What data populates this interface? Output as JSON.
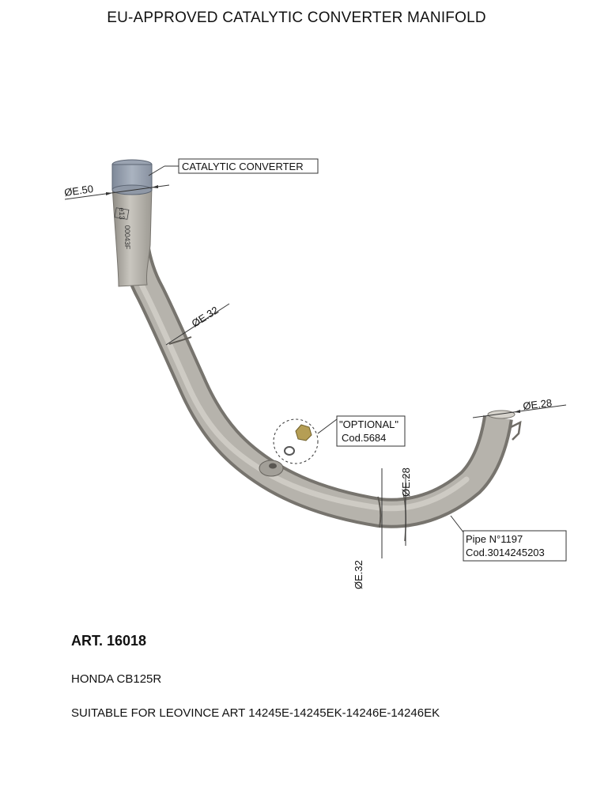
{
  "title": "EU-APPROVED CATALYTIC CONVERTER MANIFOLD",
  "callouts": {
    "catalytic_converter": "CATALYTIC CONVERTER",
    "optional": "\"OPTIONAL\"",
    "optional_code": "Cod.5684",
    "pipe": "Pipe N°1197",
    "pipe_code": "Cod.3014245203"
  },
  "dimensions": {
    "inlet": "ØE.50",
    "upper": "ØE.32",
    "mid": "ØE.28",
    "lower": "ØE.32",
    "outlet": "ØE.28"
  },
  "stamp": {
    "mark": "e13",
    "number": "00043F"
  },
  "product": {
    "art": "ART. 16018",
    "model": "HONDA CB125R",
    "suitable": "SUITABLE FOR LEOVINCE ART 14245E-14245EK-14246E-14246EK"
  }
}
